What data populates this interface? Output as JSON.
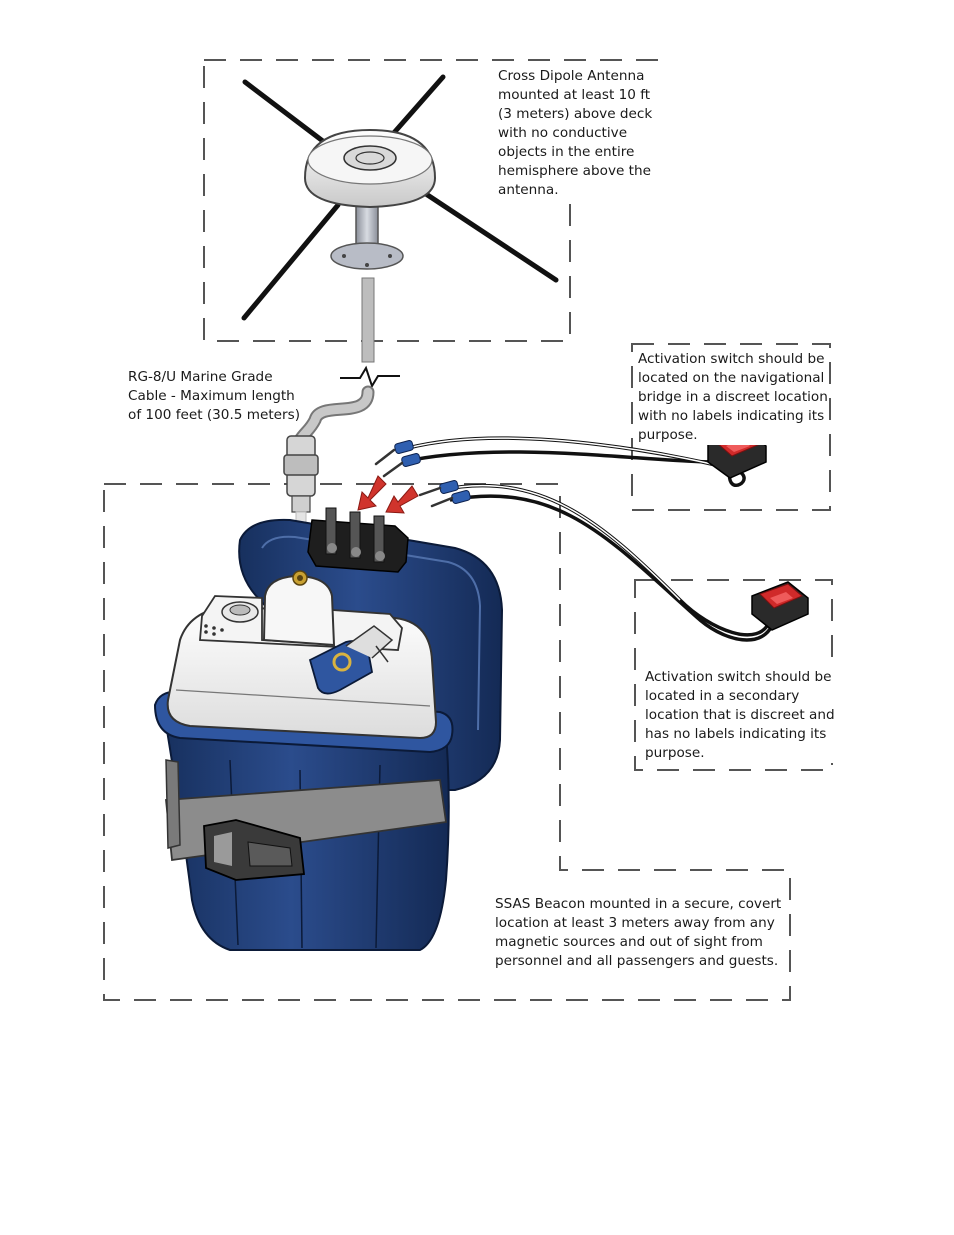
{
  "callouts": {
    "antenna": "Cross Dipole Antenna\nmounted at least 10 ft\n(3 meters) above deck\nwith no conductive\nobjects in the entire\nhemisphere above the\nantenna.",
    "cable": "RG-8/U Marine Grade\nCable - Maximum length\nof 100 feet (30.5 meters)",
    "switch_bridge": "Activation switch should be\nlocated on the navigational\nbridge in a discreet location\nwith no labels indicating its\npurpose.",
    "switch_secondary": "Activation switch should be\nlocated in a secondary\nlocation that is discreet and\nhas no labels indicating its\npurpose.",
    "beacon": "SSAS Beacon mounted in a secure, covert\nlocation at least 3 meters away from any\nmagnetic sources and out of sight from\npersonnel and all passengers and guests."
  },
  "colors": {
    "beacon_blue": "#1e3a6e",
    "beacon_shell": "#f2f2f2",
    "strap": "#8c8c8c",
    "switch_red": "#d02a2a",
    "connector_blue": "#2f5fb0",
    "arrow_red": "#d0342c",
    "dashed_frame": "#555555"
  }
}
